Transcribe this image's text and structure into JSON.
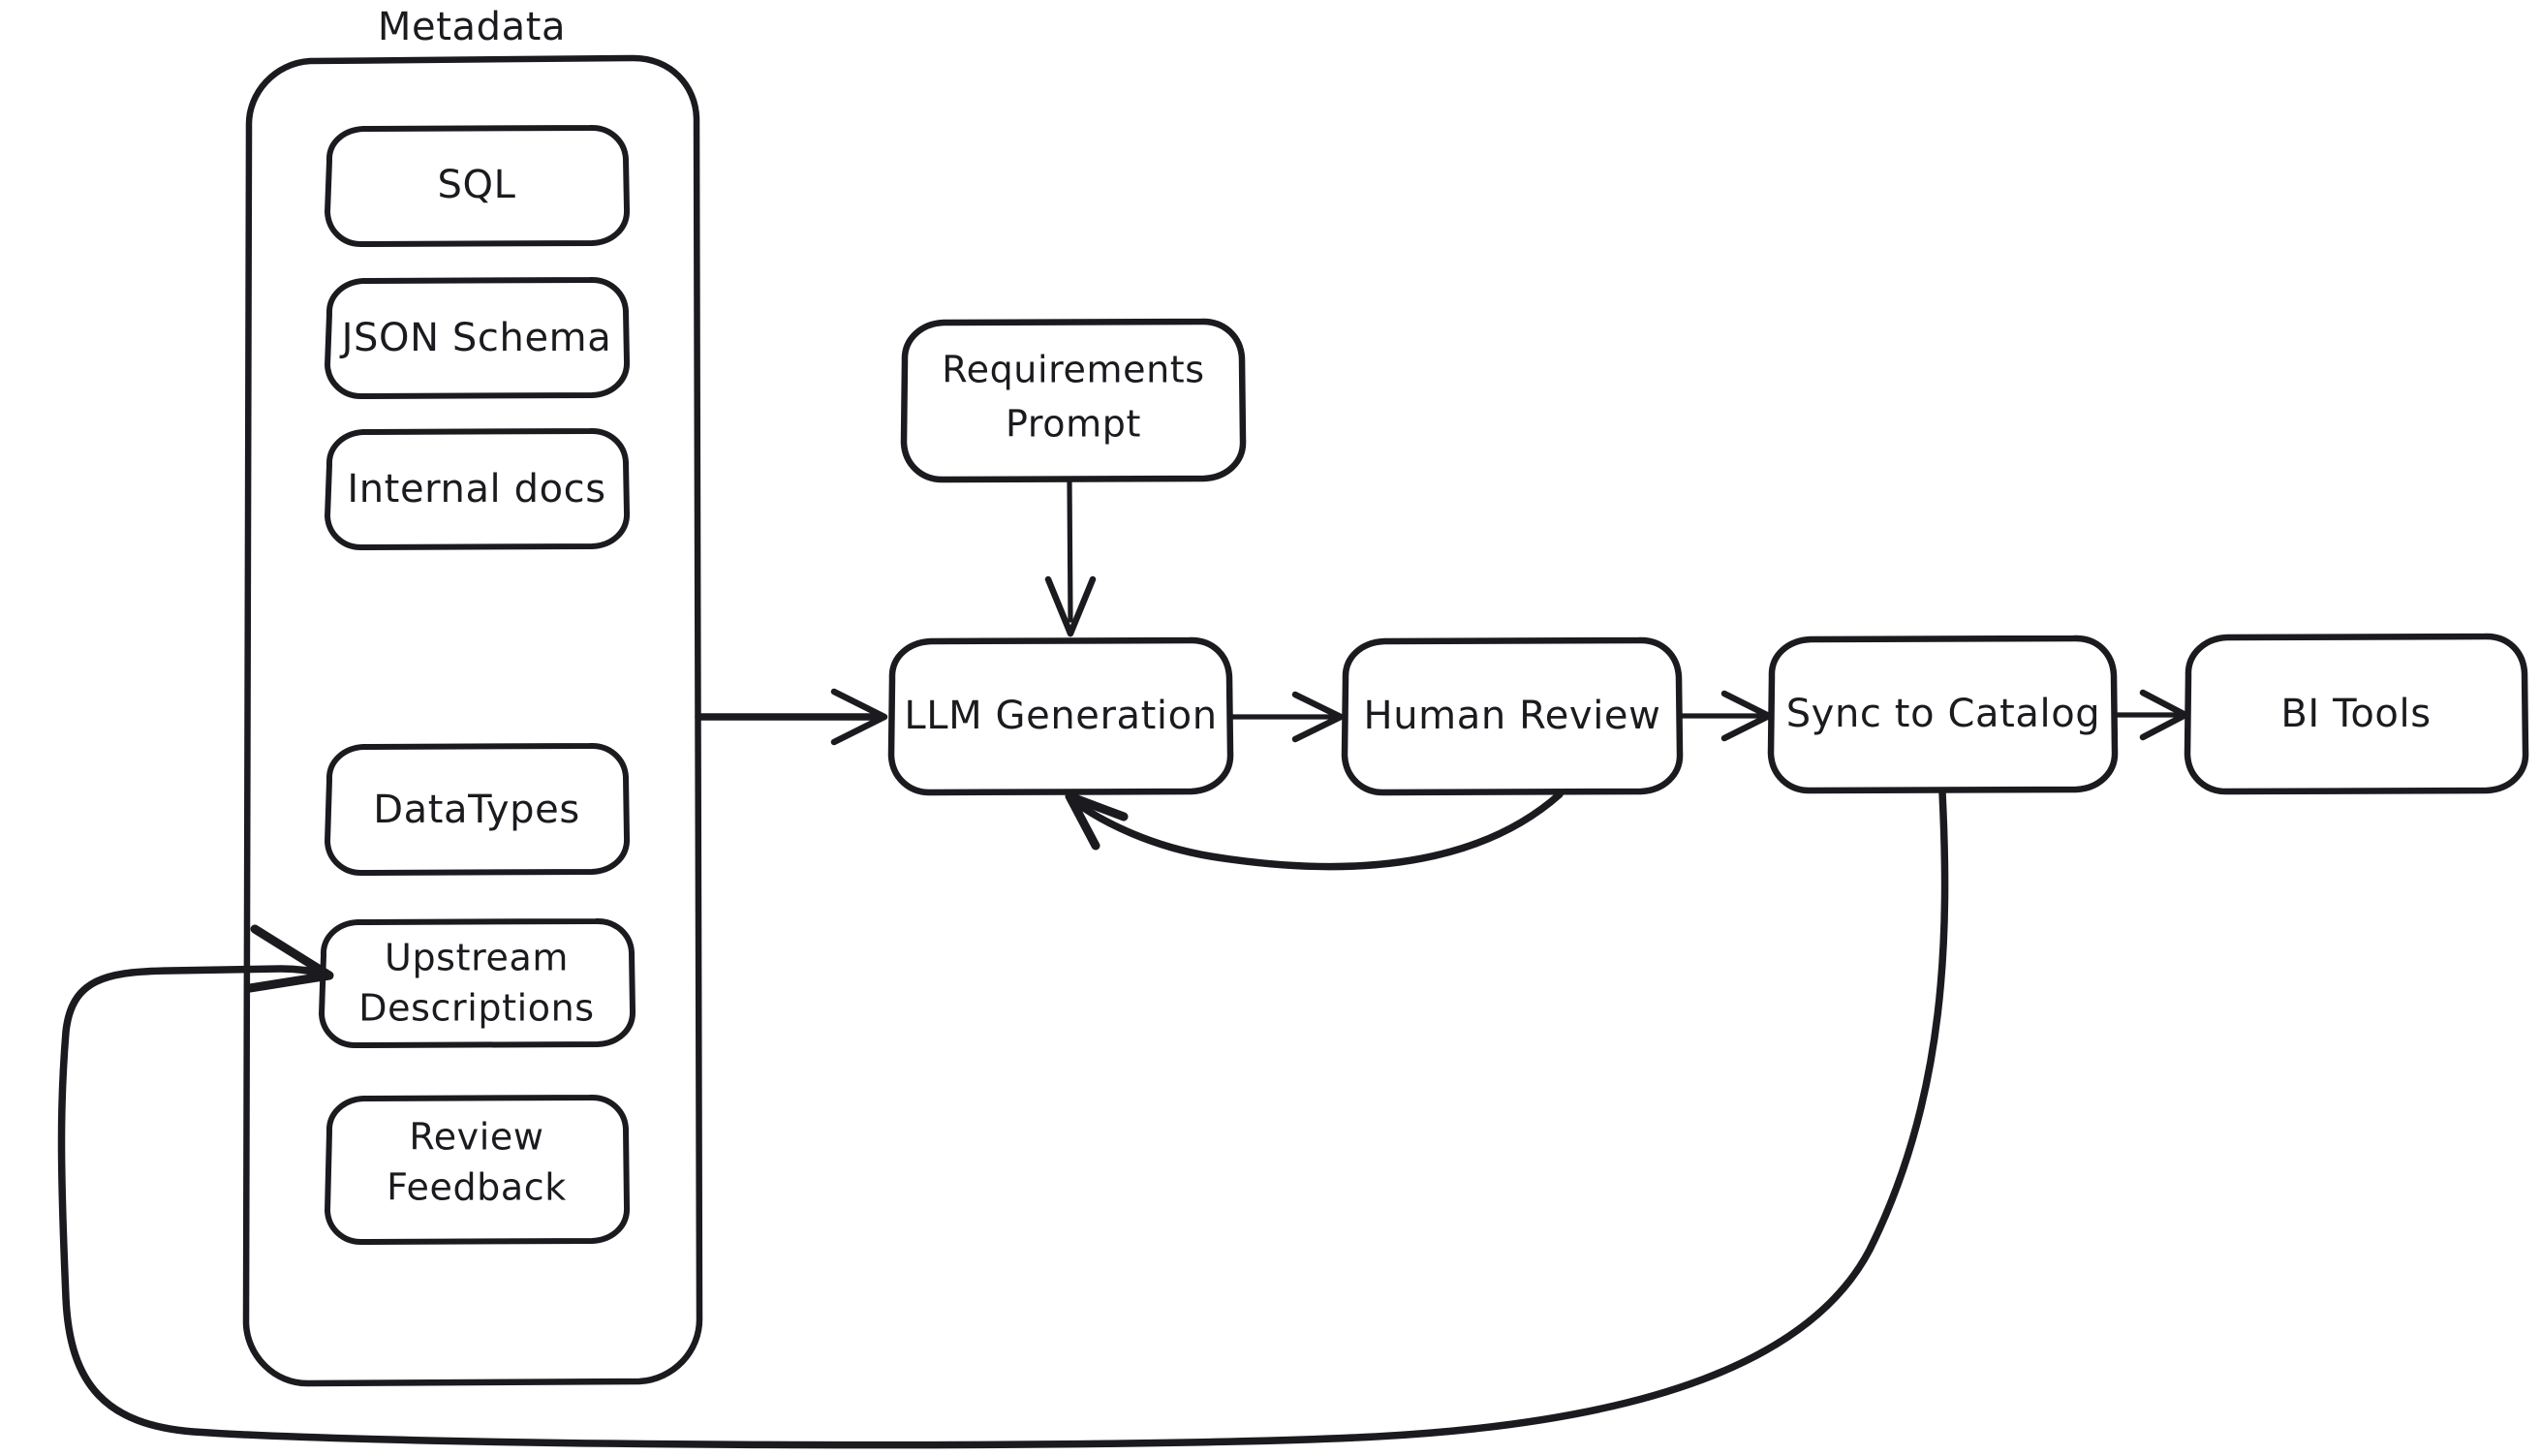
{
  "diagram": {
    "title": "Metadata",
    "background_color": "#ffffff",
    "stroke_color": "#1b1b1f",
    "style": "hand-drawn",
    "group": {
      "label": "Metadata",
      "items": [
        {
          "id": "sql",
          "label": "SQL"
        },
        {
          "id": "json-schema",
          "label": "JSON Schema"
        },
        {
          "id": "internal-docs",
          "label": "Internal docs"
        },
        {
          "id": "data-types",
          "label": "DataTypes"
        },
        {
          "id": "upstream-descriptions",
          "label_line1": "Upstream",
          "label_line2": "Descriptions"
        },
        {
          "id": "review-feedback",
          "label_line1": "Review",
          "label_line2": "Feedback"
        }
      ]
    },
    "nodes": [
      {
        "id": "requirements-prompt",
        "label_line1": "Requirements",
        "label_line2": "Prompt"
      },
      {
        "id": "llm-generation",
        "label": "LLM Generation"
      },
      {
        "id": "human-review",
        "label": "Human Review"
      },
      {
        "id": "sync-to-catalog",
        "label": "Sync to Catalog"
      },
      {
        "id": "bi-tools",
        "label": "BI Tools"
      }
    ],
    "edges": [
      {
        "id": "metadata-to-llm",
        "from": "metadata-group",
        "to": "llm-generation",
        "arrow": true
      },
      {
        "id": "requirements-to-llm",
        "from": "requirements-prompt",
        "to": "llm-generation",
        "arrow": true
      },
      {
        "id": "llm-to-review",
        "from": "llm-generation",
        "to": "human-review",
        "arrow": true
      },
      {
        "id": "review-to-llm-feedback",
        "from": "human-review",
        "to": "llm-generation",
        "arrow": true
      },
      {
        "id": "review-to-sync",
        "from": "human-review",
        "to": "sync-to-catalog",
        "arrow": true
      },
      {
        "id": "sync-to-bi",
        "from": "sync-to-catalog",
        "to": "bi-tools",
        "arrow": true
      },
      {
        "id": "sync-to-upstream-loop",
        "from": "sync-to-catalog",
        "to": "upstream-descriptions",
        "arrow": true
      }
    ]
  }
}
